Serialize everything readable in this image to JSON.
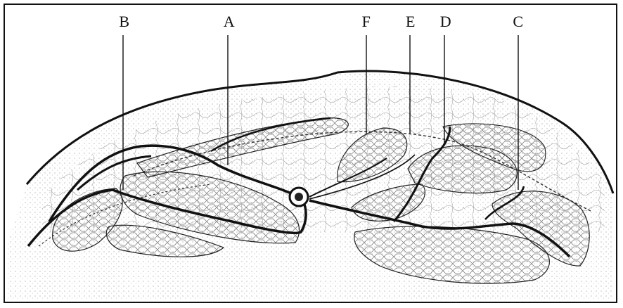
{
  "figure": {
    "labels": {
      "b": "B",
      "a": "A",
      "f": "F",
      "e": "E",
      "d": "D",
      "c": "C"
    }
  },
  "colors": {
    "ink": "#111111",
    "stipple": "#9a9a9a",
    "background": "#ffffff"
  }
}
